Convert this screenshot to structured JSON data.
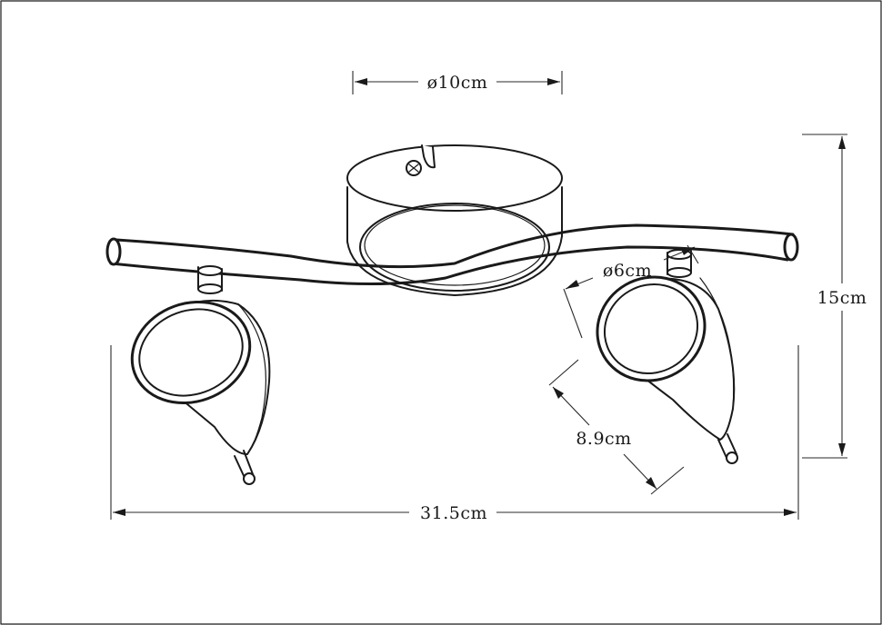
{
  "dimensions": {
    "base_diameter": "ø10cm",
    "head_diameter": "ø6cm",
    "height": "15cm",
    "head_depth": "8.9cm",
    "total_width": "31.5cm"
  }
}
